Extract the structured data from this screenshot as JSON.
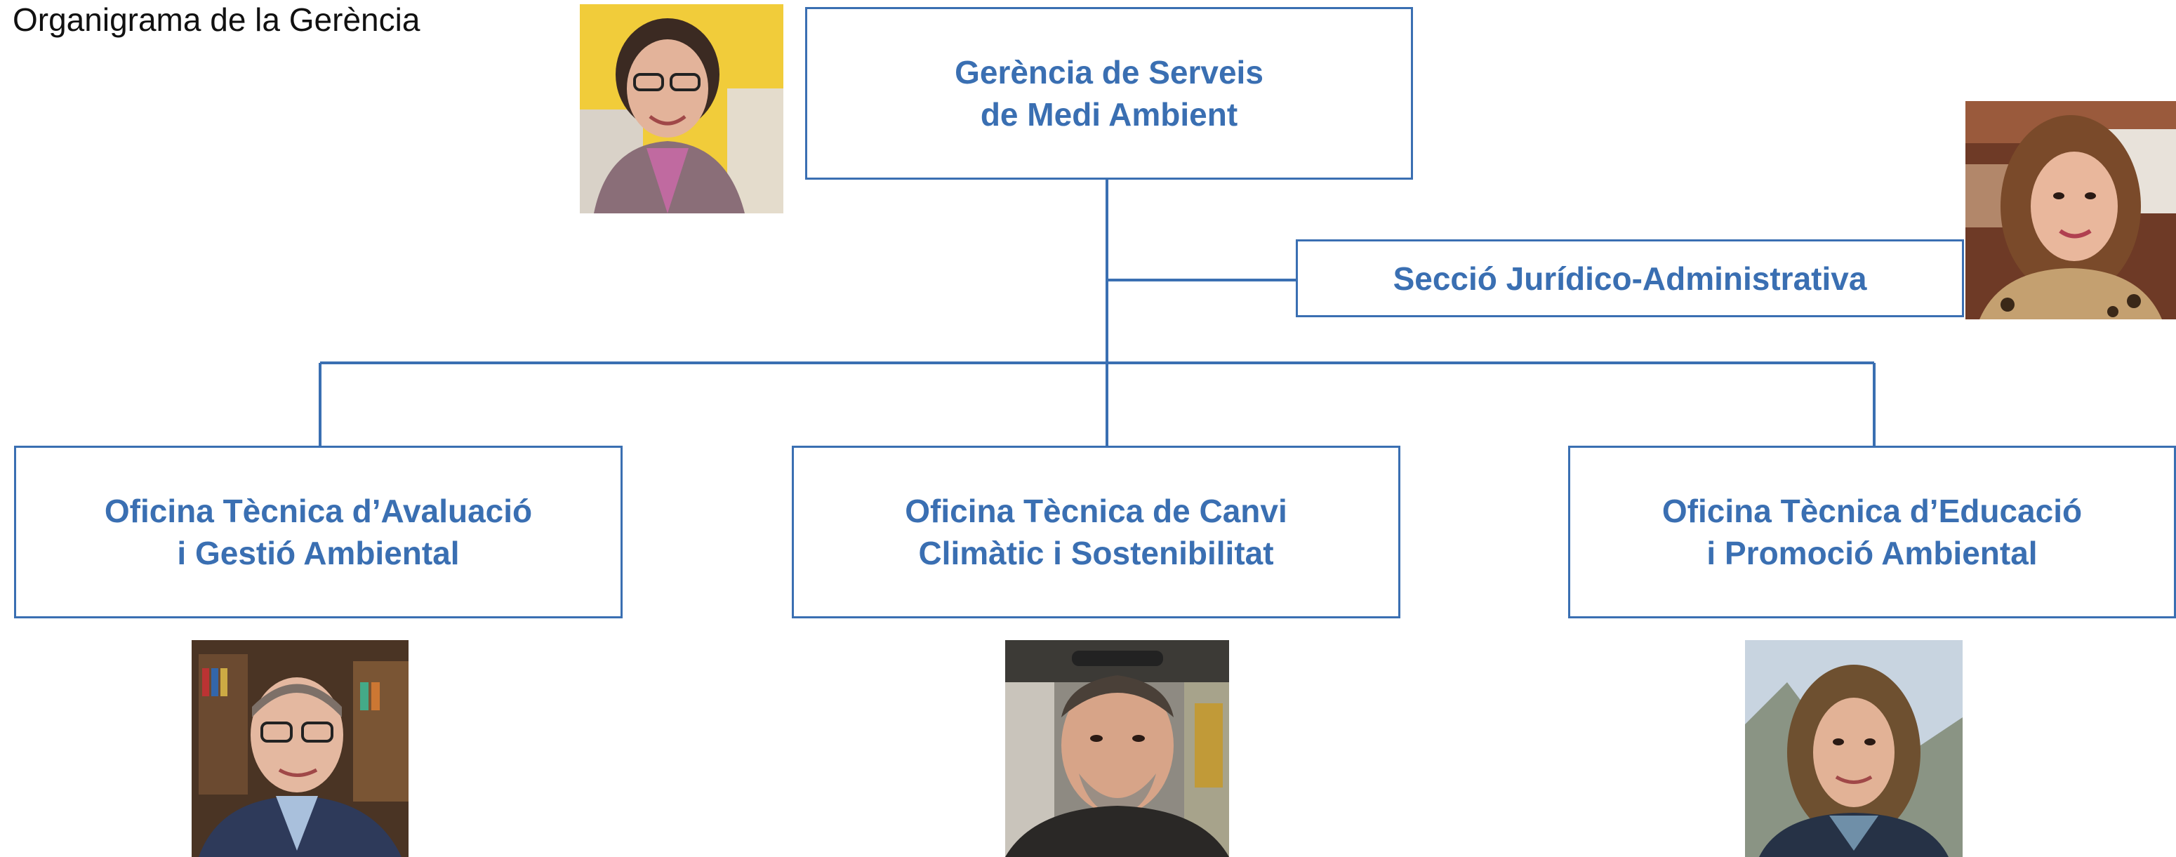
{
  "header": {
    "title": "Organigrama de la Gerència"
  },
  "colors": {
    "accent": "#3a6fb2",
    "title_text": "#111111",
    "background": "#ffffff"
  },
  "org_chart": {
    "root": {
      "lines": [
        "Gerència de Serveis",
        "de Medi Ambient"
      ]
    },
    "side_unit": {
      "lines": [
        "Secció Jurídico-Administrativa"
      ]
    },
    "offices": [
      {
        "lines": [
          "Oficina Tècnica d’Avaluació",
          "i Gestió Ambiental"
        ]
      },
      {
        "lines": [
          "Oficina Tècnica de Canvi",
          "Climàtic i Sostenibilitat"
        ]
      },
      {
        "lines": [
          "Oficina Tècnica d’Educació",
          "i Promoció Ambiental"
        ]
      }
    ]
  },
  "photos": {
    "root": "portrait-photo",
    "side_unit": "portrait-photo",
    "offices": [
      "portrait-photo",
      "portrait-photo",
      "portrait-photo"
    ]
  }
}
